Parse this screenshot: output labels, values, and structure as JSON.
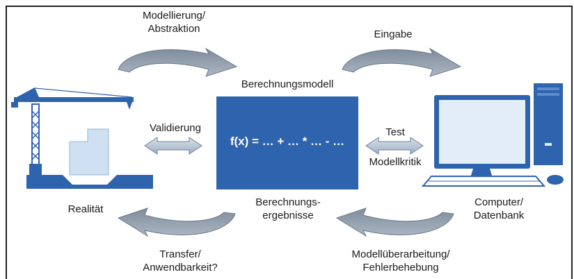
{
  "diagram": {
    "labels": {
      "modellierung": "Modellierung/\nAbstraktion",
      "eingabe": "Eingabe",
      "berechnungsmodell": "Berechnungsmodell",
      "validierung": "Validierung",
      "test": "Test",
      "modellkritik": "Modellkritik",
      "realitaet": "Realität",
      "berechnungsergebnisse": "Berechnungs-\nergebnisse",
      "computer": "Computer/\nDatenbank",
      "transfer": "Transfer/\nAnwendbarkeit?",
      "modellueberarbeitung": "Modellüberarbeitung/\nFehlerbehebung"
    },
    "formula": "f(x) = … + … * … - …",
    "colors": {
      "model_box": "#2e63ae",
      "arrow_fill": "#8d9aa8",
      "arrow_light": "#b4c3d6",
      "crane_blue": "#2e63ae",
      "light_blue": "#cfe0f3",
      "computer_dark": "#2e63ae"
    },
    "icons": [
      "crane-icon",
      "building-icon",
      "computer-icon",
      "monitor-icon",
      "keyboard-icon",
      "mouse-icon",
      "tower-icon"
    ]
  }
}
